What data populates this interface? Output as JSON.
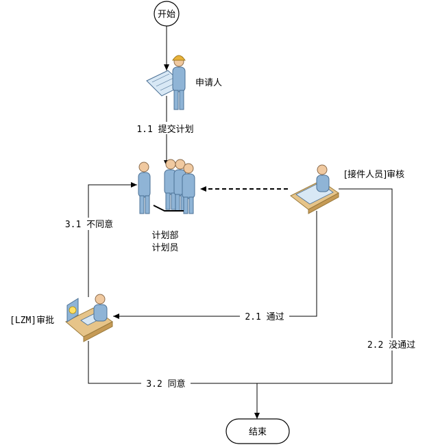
{
  "nodes": {
    "start": "开始",
    "end": "结束",
    "applicant": "申请人",
    "plan_dept_line1": "计划部",
    "plan_dept_line2": "计划员",
    "receiver": "[接件人员]审核",
    "approver": "[LZM]审批"
  },
  "edges": {
    "submit_plan": "1.1 提交计划",
    "pass": "2.1 通过",
    "not_pass": "2.2 没通过",
    "disagree": "3.1 不同意",
    "agree": "3.2 同意"
  },
  "colors": {
    "person_body": "#8fb4d6",
    "person_outline": "#4a6f94",
    "hard_hat": "#e8b23a",
    "desk": "#e6c489",
    "desk_edge": "#9a7a3c",
    "line": "#000000"
  },
  "icons": {
    "applicant": "worker-with-blueprint-icon",
    "plan_dept": "group-of-people-icon",
    "receiver": "person-at-desk-icon",
    "approver": "person-at-computer-desk-icon"
  }
}
